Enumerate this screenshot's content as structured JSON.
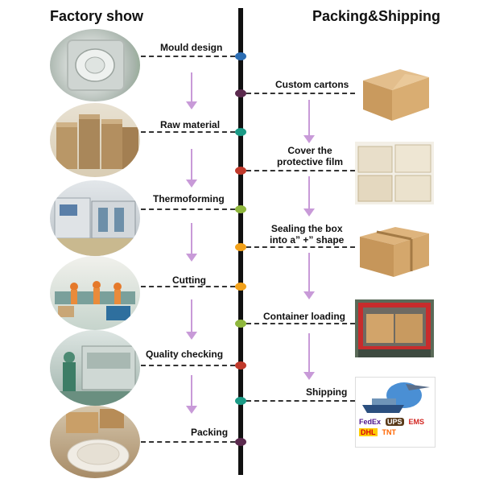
{
  "headers": {
    "left": "Factory show",
    "right": "Packing&Shipping"
  },
  "factory_steps": [
    {
      "label": "Mould design",
      "dot_color": "#2b6db3"
    },
    {
      "label": "Raw material",
      "dot_color": "#1b9a86"
    },
    {
      "label": "Thermoforming",
      "dot_color": "#8fb73d"
    },
    {
      "label": "Cutting",
      "dot_color": "#f2a11a"
    },
    {
      "label": "Quality checking",
      "dot_color": "#c0392b"
    },
    {
      "label": "Packing",
      "dot_color": "#5b2a4e"
    }
  ],
  "packing_steps": [
    {
      "label": "Custom cartons",
      "dot_color": "#5b2a4e"
    },
    {
      "label": "Cover the\nprotective film",
      "dot_color": "#c0392b"
    },
    {
      "label": "Sealing the box\ninto a” +” shape",
      "dot_color": "#f2a11a"
    },
    {
      "label": "Container loading",
      "dot_color": "#8fb73d"
    },
    {
      "label": "Shipping",
      "dot_color": "#1b9a86"
    }
  ],
  "colors": {
    "timeline": "#111111",
    "arrow": "#c89ad8",
    "dash": "#333333"
  },
  "carrier_logos": [
    "FedEx",
    "UPS",
    "EMS",
    "DHL",
    "TNT"
  ]
}
